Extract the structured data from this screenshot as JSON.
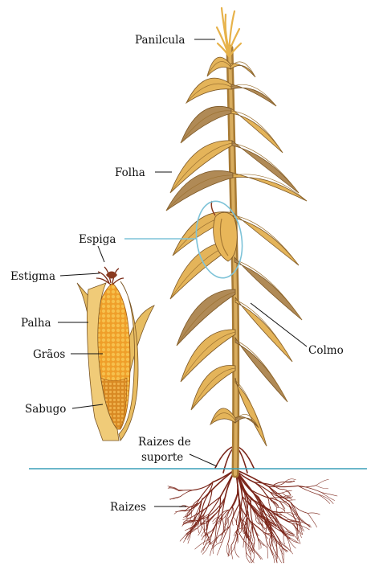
{
  "labels": {
    "panicula": "Panilcula",
    "folha": "Folha",
    "espiga": "Espiga",
    "estigma": "Estigma",
    "palha": "Palha",
    "graos": "Grãos",
    "sabugo": "Sabugo",
    "colmo": "Colmo",
    "raizes_suporte_line1": "Raizes de",
    "raizes_suporte_line2": "suporte",
    "raizes": "Raizes"
  },
  "colors": {
    "leaf_fill": "#e4b45a",
    "leaf_shadow": "#b08a56",
    "leaf_edge": "#7a5524",
    "stalk": "#c79a4c",
    "tassel": "#f2c15b",
    "husk": "#edc46a",
    "kernel": "#f0a52e",
    "root": "#7a2418",
    "ground_line": "#3a9fb8",
    "highlight": "#7ec3d8",
    "leader_line": "#111111"
  }
}
